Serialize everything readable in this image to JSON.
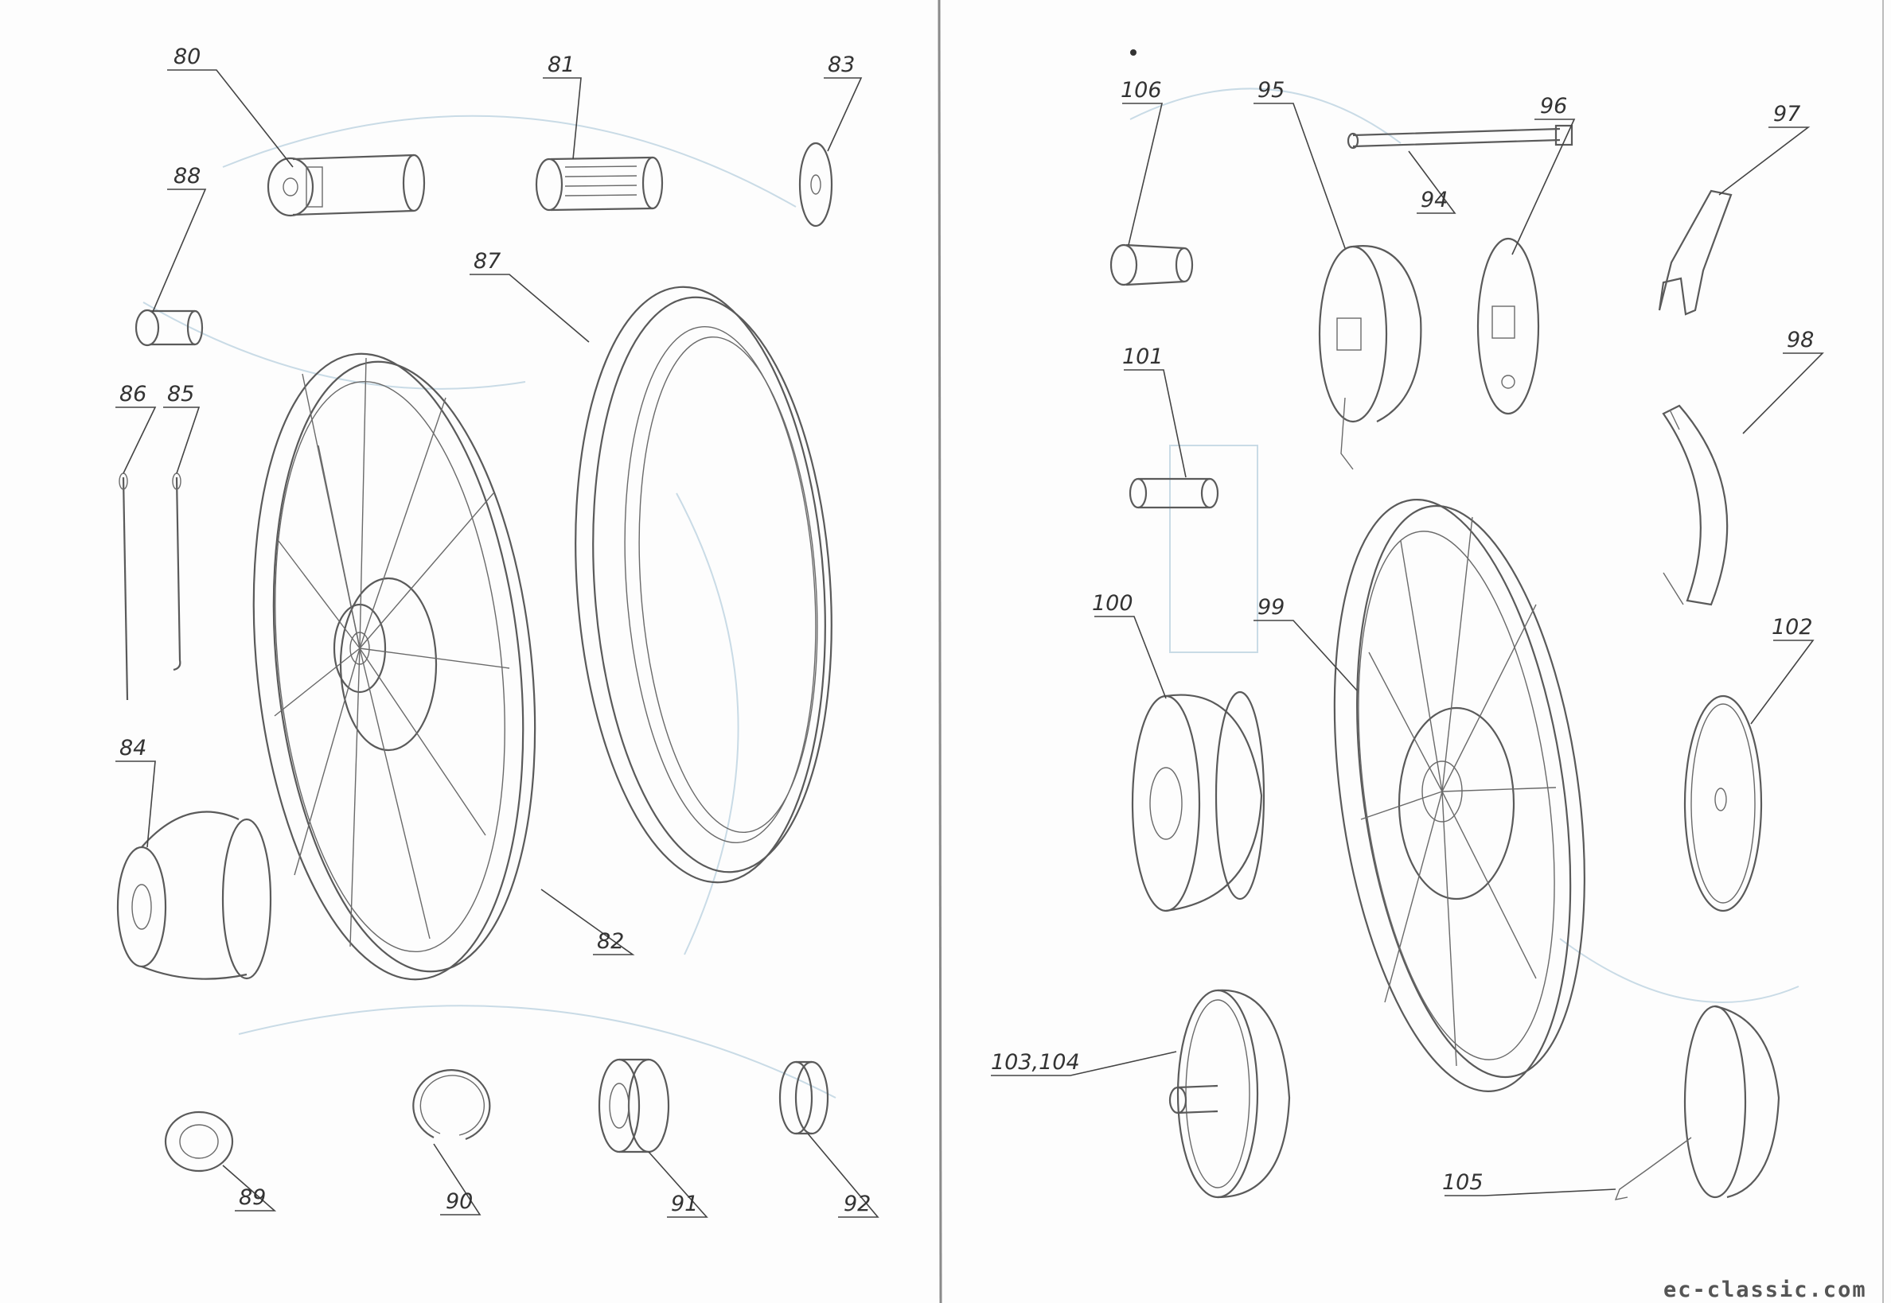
{
  "callouts": {
    "c80": "80",
    "c81": "81",
    "c83": "83",
    "c88": "88",
    "c87": "87",
    "c86": "86",
    "c85": "85",
    "c84": "84",
    "c82": "82",
    "c89": "89",
    "c90": "90",
    "c91": "91",
    "c92": "92",
    "c106": "106",
    "c95": "95",
    "c96": "96",
    "c97": "97",
    "c94": "94",
    "c101": "101",
    "c98": "98",
    "c100": "100",
    "c99": "99",
    "c102": "102",
    "c103_104": "103,104",
    "c105": "105"
  },
  "watermark": "ec-classic.com"
}
